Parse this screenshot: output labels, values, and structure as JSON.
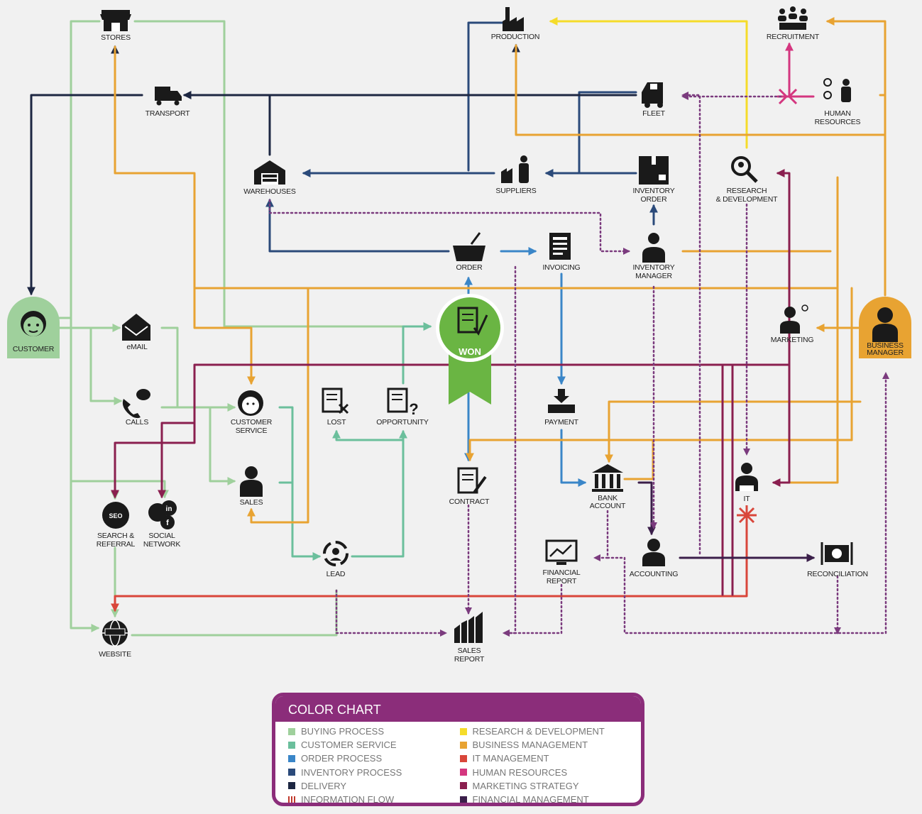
{
  "nodes": {
    "stores": "STORES",
    "production": "PRODUCTION",
    "recruitment": "RECRUITMENT",
    "transport": "TRANSPORT",
    "fleet": "FLEET",
    "human_resources": [
      "HUMAN",
      "RESOURCES"
    ],
    "warehouses": "WAREHOUSES",
    "suppliers": "SUPPLIERS",
    "inventory_order": [
      "INVENTORY",
      "ORDER"
    ],
    "research_development": [
      "RESEARCH",
      "& DEVELOPMENT"
    ],
    "order": "ORDER",
    "invoicing": "INVOICING",
    "inventory_manager": [
      "INVENTORY",
      "MANAGER"
    ],
    "customer": "CUSTOMER",
    "email": "eMAIL",
    "won": "WON",
    "marketing": "MARKETING",
    "business_manager": [
      "BUSINESS",
      "MANAGER"
    ],
    "calls": "CALLS",
    "customer_service": [
      "CUSTOMER",
      "SERVICE"
    ],
    "lost": "LOST",
    "opportunity": "OPPORTUNITY",
    "payment": "PAYMENT",
    "sales": "SALES",
    "contract": "CONTRACT",
    "bank_account": [
      "BANK",
      "ACCOUNT"
    ],
    "it": "IT",
    "search_referral": [
      "SEARCH &",
      "REFERRAL"
    ],
    "social_network": [
      "SOCIAL",
      "NETWORK"
    ],
    "lead": "LEAD",
    "financial_report": [
      "FINANCIAL",
      "REPORT"
    ],
    "accounting": "ACCOUNTING",
    "reconciliation": "RECONCILIATION",
    "website": "WEBSITE",
    "sales_report": [
      "SALES",
      "REPORT"
    ]
  },
  "colors": {
    "buying": "#9fd09c",
    "customer_service": "#6bbf9c",
    "order": "#3a86c8",
    "inventory": "#2b4a7a",
    "delivery": "#1d2742",
    "info_flow": "#7b3b7e",
    "research": "#f5dc2a",
    "business": "#e8a332",
    "it": "#d9463a",
    "hr": "#d4367f",
    "marketing": "#8a1f4f",
    "financial": "#3b1f4a",
    "won_badge": "#6ab543",
    "legend_frame": "#8b2d7a"
  },
  "legend": {
    "title": "COLOR CHART",
    "left": [
      {
        "label": "BUYING PROCESS",
        "color": "#9fd09c"
      },
      {
        "label": "CUSTOMER SERVICE",
        "color": "#6bbf9c"
      },
      {
        "label": "ORDER PROCESS",
        "color": "#3a86c8"
      },
      {
        "label": "INVENTORY PROCESS",
        "color": "#2b4a7a"
      },
      {
        "label": "DELIVERY",
        "color": "#1d2742"
      },
      {
        "label": "INFORMATION FLOW",
        "color": "#c0392b",
        "dotted": true
      }
    ],
    "right": [
      {
        "label": "RESEARCH & DEVELOPMENT",
        "color": "#f5dc2a"
      },
      {
        "label": "BUSINESS MANAGEMENT",
        "color": "#e8a332"
      },
      {
        "label": "IT MANAGEMENT",
        "color": "#d9463a"
      },
      {
        "label": "HUMAN RESOURCES",
        "color": "#d4367f"
      },
      {
        "label": "MARKETING STRATEGY",
        "color": "#8a1f4f"
      },
      {
        "label": "FINANCIAL MANAGEMENT",
        "color": "#3b1f4a"
      }
    ]
  }
}
